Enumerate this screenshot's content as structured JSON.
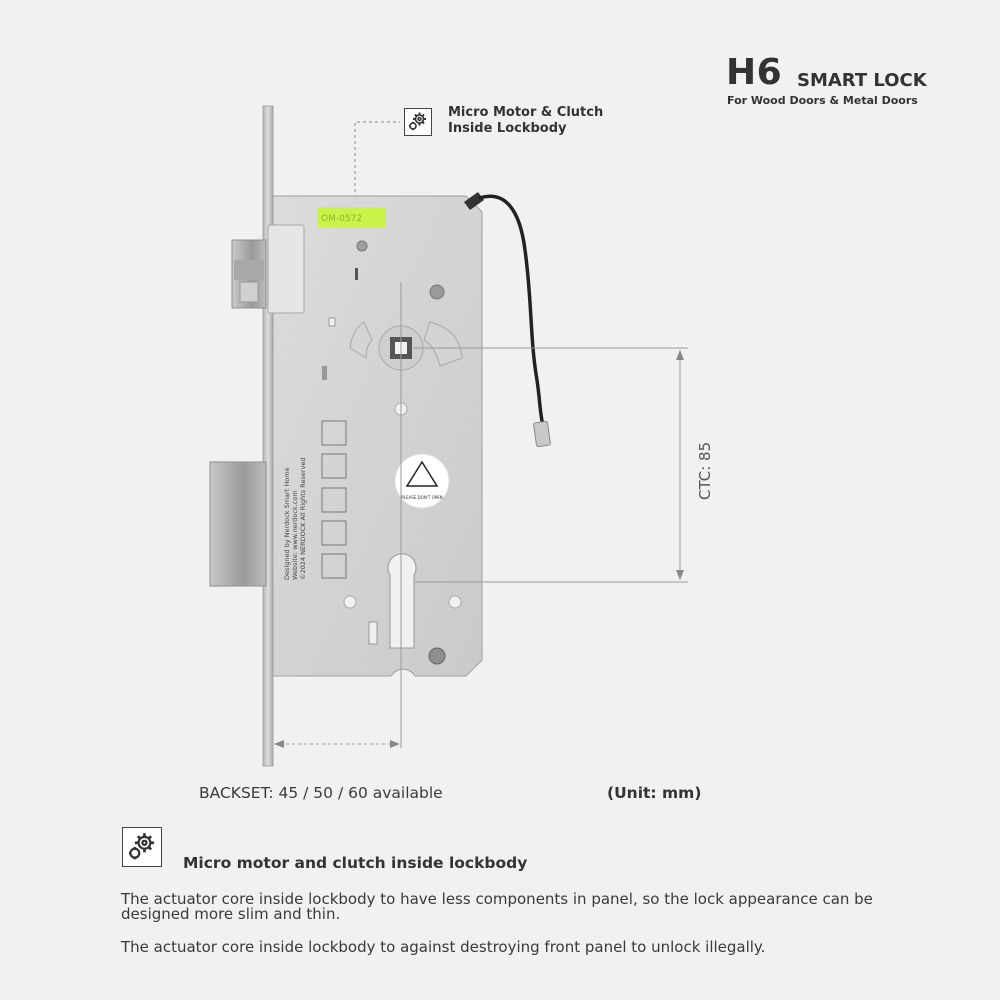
{
  "header": {
    "model": "H6",
    "product": "SMART LOCK",
    "subtitle": "For Wood Doors & Metal Doors"
  },
  "callout": {
    "icon": "gear-icon",
    "line1": "Micro Motor & Clutch",
    "line2": "Inside Lockbody"
  },
  "diagram": {
    "ctc_label": "CTC: 85",
    "backset_label": "BACKSET: 45 / 50 / 60 available",
    "unit_label": "(Unit: mm)",
    "body_text": {
      "line1": "Designed by Nerdock Smart Home",
      "line2": "Website: www.nerdock.com",
      "line3": "©2024 NERDOCK All Rights Reserved"
    },
    "warning_text": "PLEASE DON'T OPEN",
    "sticker_code": "OM-0572"
  },
  "feature": {
    "icon": "gear-icon",
    "title": "Micro motor and clutch inside lockbody",
    "paragraph1": "The actuator core inside lockbody to have less components in panel, so the lock appearance can be designed more slim and thin.",
    "paragraph2": "The actuator core inside lockbody to against destroying front panel to unlock illegally."
  }
}
